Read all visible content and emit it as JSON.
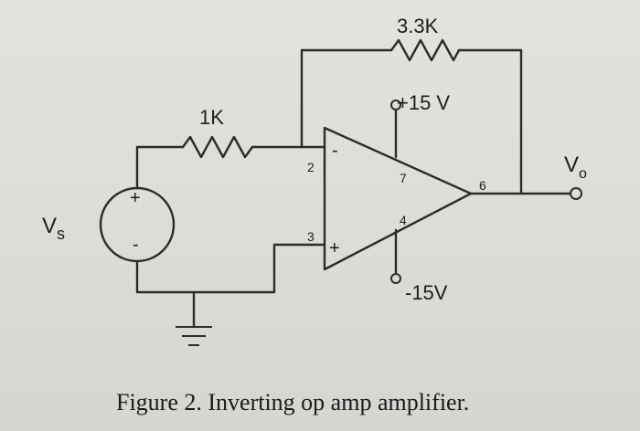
{
  "circuit": {
    "feedback_resistor": "3.3K",
    "input_resistor": "1K",
    "pos_supply": "+15 V",
    "neg_supply": "-15V",
    "source_label": "V",
    "source_sub": "s",
    "output_label": "V",
    "output_sub": "o",
    "source_plus": "+",
    "source_minus": "-",
    "opamp_minus": "-",
    "opamp_plus": "+",
    "pins": {
      "inverting": "2",
      "noninverting": "3",
      "vplus": "7",
      "vminus": "4",
      "output": "6"
    }
  },
  "caption": "Figure 2. Inverting op amp amplifier."
}
